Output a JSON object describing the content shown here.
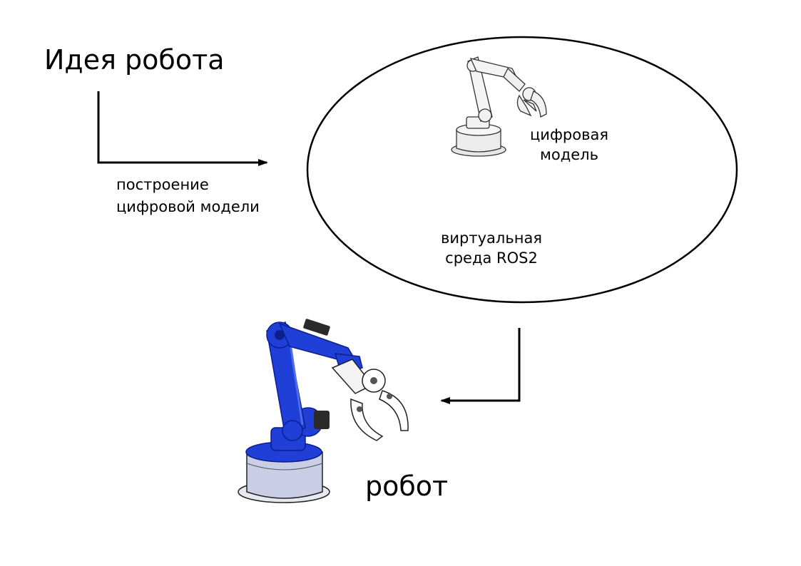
{
  "title": "Идея робота",
  "edge_label": {
    "line1": "построение",
    "line2": "цифровой модели"
  },
  "digital_model_label": {
    "line1": "цифровая",
    "line2": "модель"
  },
  "environment_label": {
    "line1": "виртуальная",
    "line2": "среда ROS2"
  },
  "robot_label": "робот",
  "colors": {
    "robot_blue": "#1f3fd6",
    "robot_blue_dark": "#0b1f8f",
    "sketch_gray": "#e6e6e6",
    "line": "#000000"
  },
  "icons": {
    "digital_model": "robot-arm-sketch-icon",
    "physical_robot": "robot-arm-blue-icon"
  }
}
